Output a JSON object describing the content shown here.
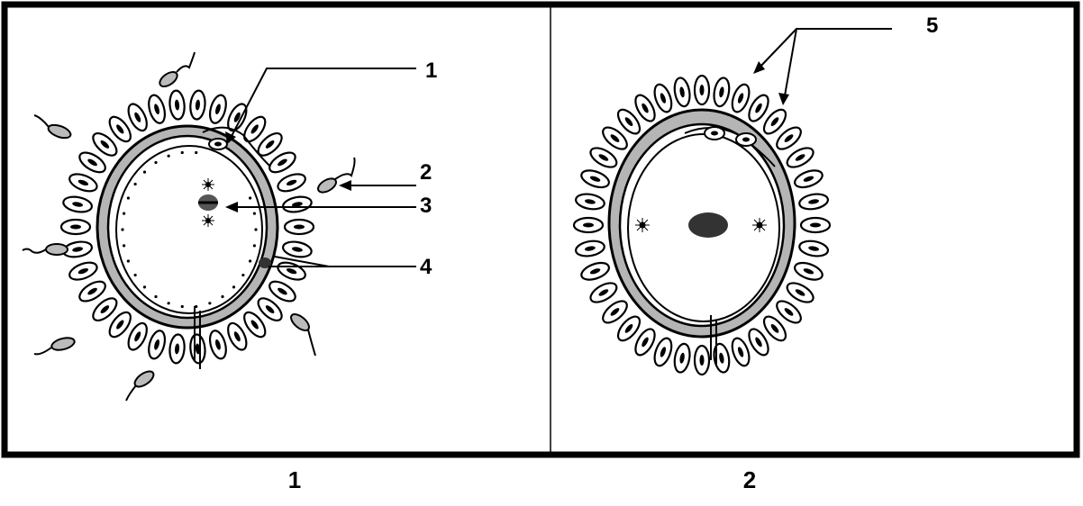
{
  "panels": [
    {
      "caption": "1"
    },
    {
      "caption": "2"
    }
  ],
  "callouts": [
    "1",
    "2",
    "3",
    "4",
    "5"
  ]
}
